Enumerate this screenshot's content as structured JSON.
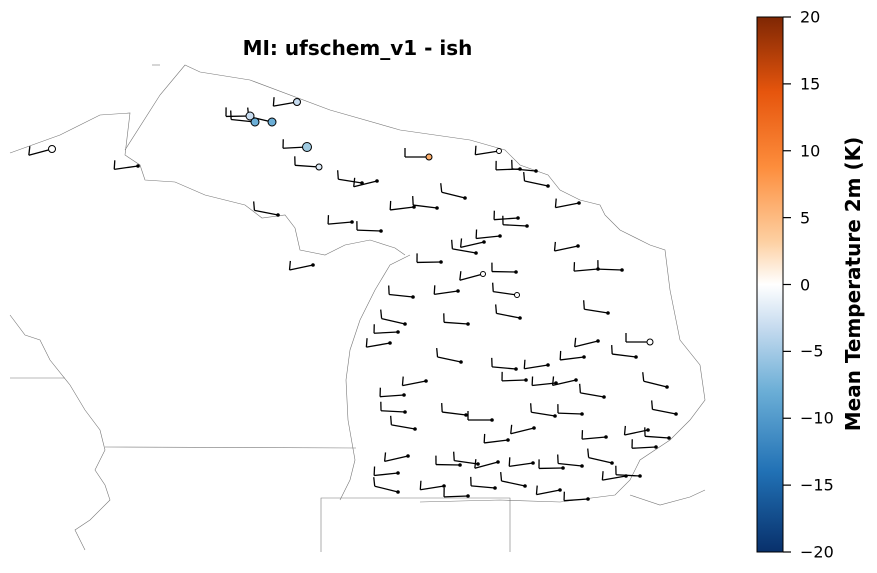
{
  "title": "MI: ufschem_v1 - ish",
  "colorbar": {
    "label": "Mean Temperature 2m (K)",
    "ticks": [
      "20",
      "15",
      "10",
      "5",
      "0",
      "−5",
      "−10",
      "−15",
      "−20"
    ],
    "range": [
      -20,
      20
    ],
    "colormap": "blue-white-orange diverging",
    "colors": [
      "#08306b",
      "#2171b5",
      "#6baed6",
      "#c6dbef",
      "#ffffff",
      "#fdd0a2",
      "#fd8d3c",
      "#e6550d",
      "#7f2704"
    ]
  },
  "stations": [
    {
      "id": "s01",
      "temp": -3,
      "dir": 280,
      "highlight": true
    },
    {
      "id": "s02",
      "temp": -9,
      "dir": 270
    },
    {
      "id": "s03",
      "temp": -10,
      "dir": 275
    },
    {
      "id": "s04",
      "temp": -11,
      "dir": 280
    },
    {
      "id": "s05",
      "temp": -8,
      "dir": 285
    },
    {
      "id": "s06",
      "temp": -6,
      "dir": 290
    },
    {
      "id": "s07",
      "temp": 4,
      "dir": 320
    },
    {
      "id": "s08",
      "temp": 0,
      "dir": 290
    }
  ]
}
